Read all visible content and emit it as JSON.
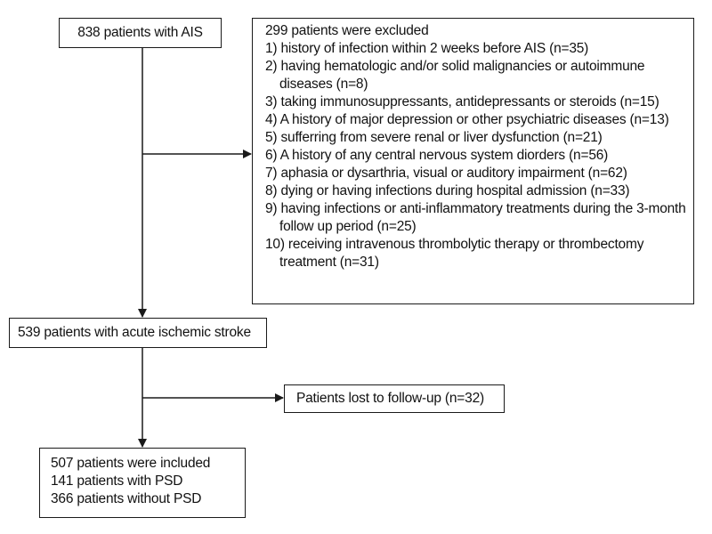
{
  "boxes": {
    "start": {
      "text": "838 patients with AIS"
    },
    "excluded": {
      "title": "299 patients were excluded",
      "items": [
        "1) history of infection within 2 weeks before AIS (n=35)",
        "2) having hematologic and/or solid malignancies or autoimmune diseases (n=8)",
        "3) taking immunosuppressants, antidepressants or steroids (n=15)",
        "4) A history of major depression or other psychiatric diseases (n=13)",
        "5) sufferring from severe renal or liver dysfunction (n=21)",
        "6) A history of any central nervous system diorders (n=56)",
        "7) aphasia or dysarthria, visual or auditory impairment (n=62)",
        "8) dying or having infections during hospital admission (n=33)",
        "9) having infections or anti-inflammatory treatments during the 3-month follow up period (n=25)",
        "10) receiving intravenous thrombolytic therapy or thrombectomy treatment (n=31)"
      ]
    },
    "ais": {
      "text": "539 patients with acute ischemic stroke"
    },
    "lost": {
      "text": "Patients lost to follow-up (n=32)"
    },
    "final": {
      "lines": [
        "507 patients were included",
        "141 patients with PSD",
        "366 patients without PSD"
      ]
    }
  },
  "colors": {
    "stroke": "#1a1a1a",
    "background": "#ffffff",
    "text": "#111111"
  }
}
